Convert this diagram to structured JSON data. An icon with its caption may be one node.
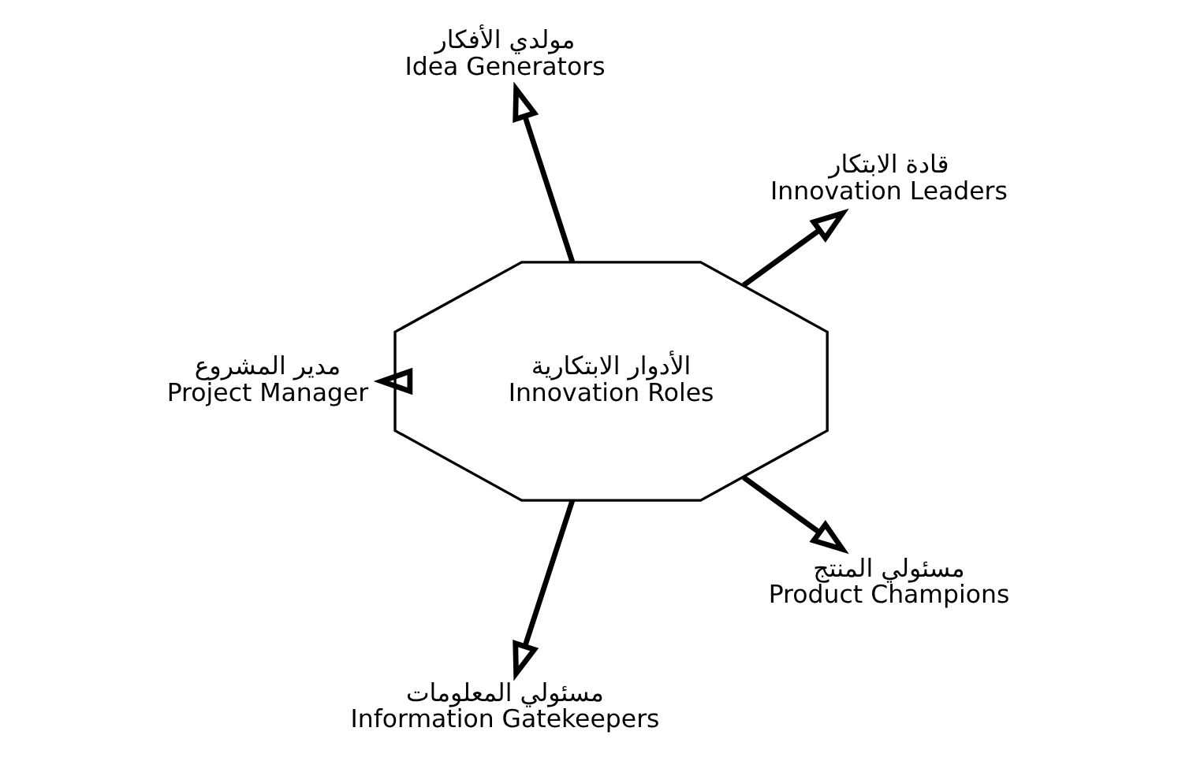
{
  "diagram": {
    "nodes": [
      {
        "text": [
          "الأدوار الابتكارية",
          "Innovation Roles"
        ]
      },
      {
        "text": [
          "قادة الابتكار",
          "Innovation Leaders"
        ]
      },
      {
        "text": [
          "مولدي الأفكار",
          "Idea Generators"
        ]
      },
      {
        "text": [
          "مدير المشروع",
          "Project Manager"
        ]
      },
      {
        "text": [
          "مسئولي المعلومات",
          "Information Gatekeepers"
        ]
      },
      {
        "text": [
          "مسئولي المنتج",
          "Product Champions"
        ]
      }
    ],
    "edges": [
      {
        "from": 0,
        "to": 1,
        "arrow": "to"
      },
      {
        "from": 0,
        "to": 2,
        "arrow": "to"
      },
      {
        "from": 0,
        "to": 3,
        "arrow": "to"
      },
      {
        "from": 0,
        "to": 4,
        "arrow": "to"
      },
      {
        "from": 0,
        "to": 5,
        "arrow": "to"
      }
    ]
  }
}
